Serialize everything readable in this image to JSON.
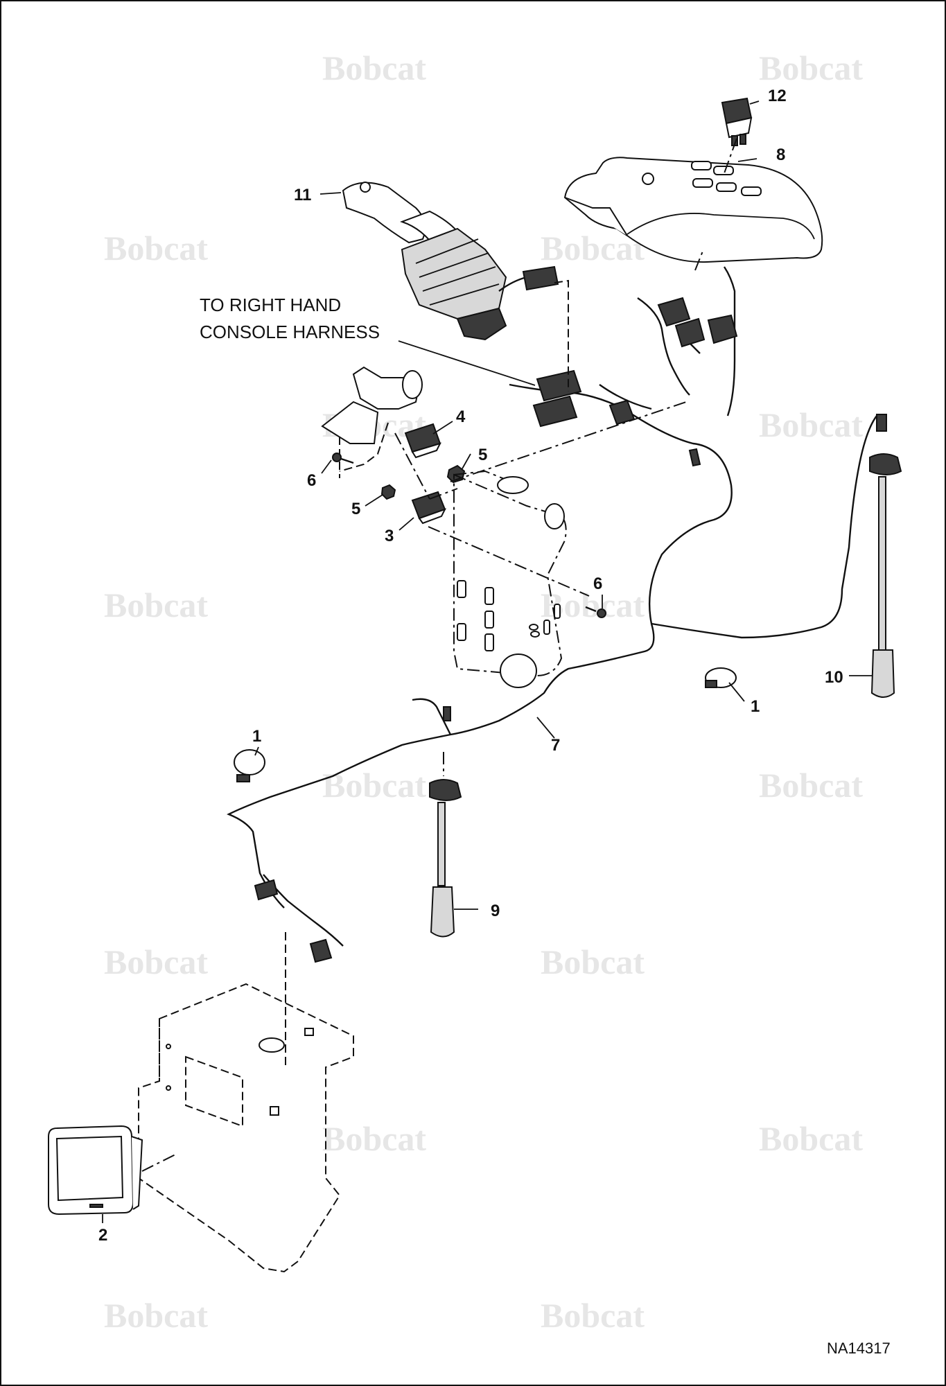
{
  "watermark": {
    "brand": "Bobcat"
  },
  "note": {
    "line1": "TO RIGHT HAND",
    "line2": "CONSOLE HARNESS"
  },
  "figure_id": "NA14317",
  "callouts": {
    "c1a": "1",
    "c1b": "1",
    "c2": "2",
    "c3": "3",
    "c4": "4",
    "c5a": "5",
    "c5b": "5",
    "c6a": "6",
    "c6b": "6",
    "c7": "7",
    "c8": "8",
    "c9": "9",
    "c10": "10",
    "c11": "11",
    "c12": "12"
  }
}
